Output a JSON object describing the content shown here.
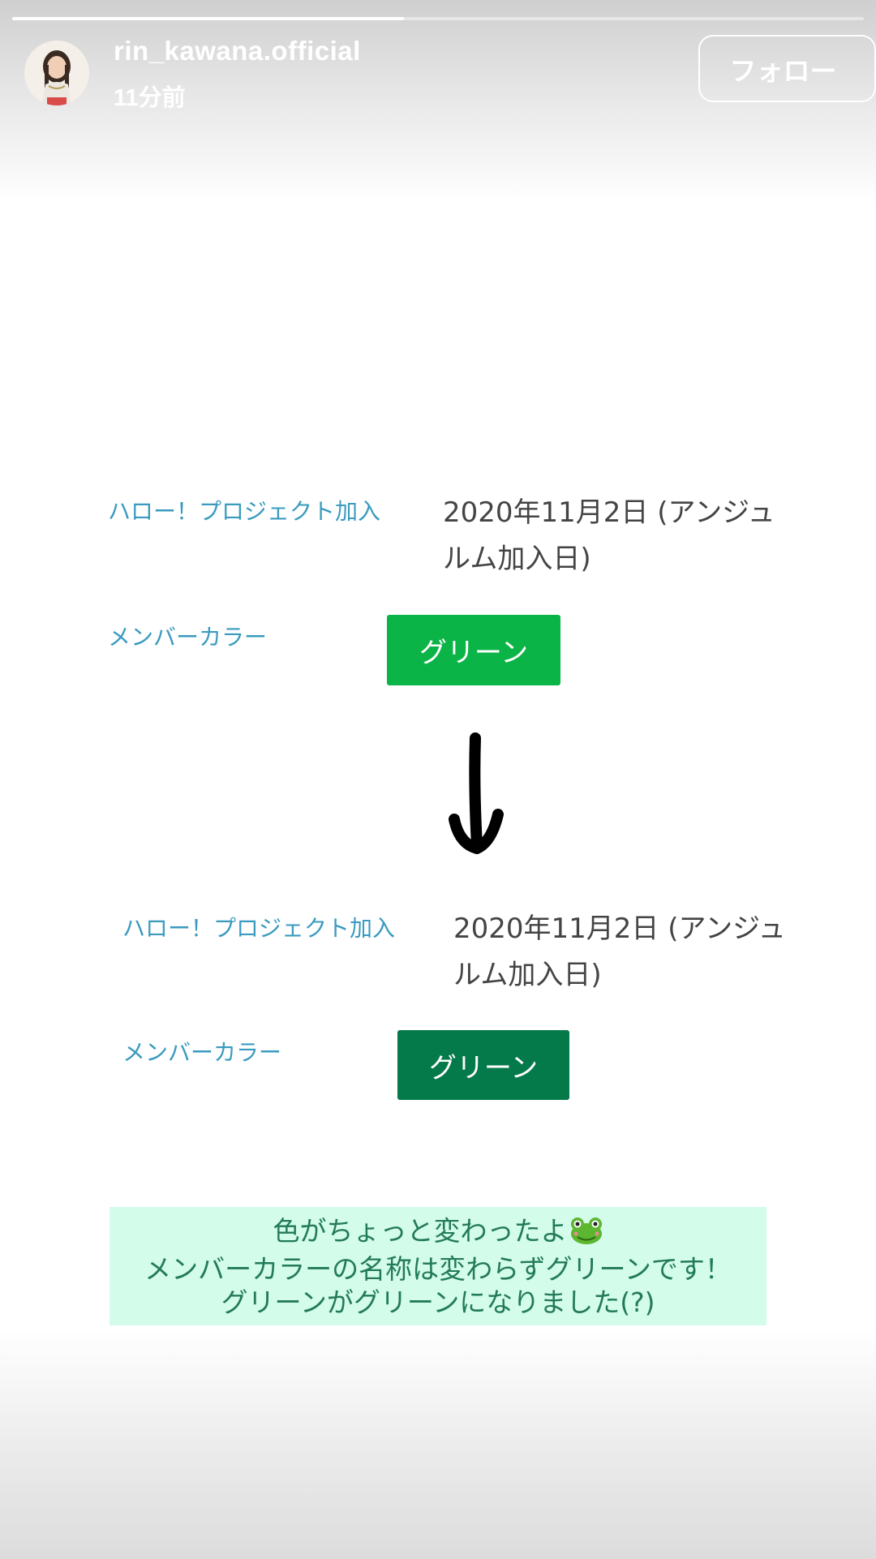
{
  "story": {
    "progress": 0.46
  },
  "header": {
    "username": "rin_kawana.official",
    "timestamp": "11分前",
    "follow_label": "フォロー"
  },
  "before": {
    "join_label": "ハロー！プロジェクト加入",
    "join_date_line1": "2020年11月2日 (アンジュ",
    "join_date_line2": "ルム加入日)",
    "color_label": "メンバーカラー",
    "color_name": "グリーン",
    "color_hex": "#0bb446"
  },
  "after": {
    "join_label": "ハロー！プロジェクト加入",
    "join_date_line1": "2020年11月2日 (アンジュ",
    "join_date_line2": "ルム加入日)",
    "color_label": "メンバーカラー",
    "color_name": "グリーン",
    "color_hex": "#04794a"
  },
  "caption": {
    "line1": "色がちょっと変わったよ",
    "line2": "メンバーカラーの名称は変わらずグリーンです！",
    "line3": "グリーンがグリーンになりました(?)",
    "emoji_icon": "frog-icon"
  },
  "colors": {
    "label_blue": "#3a9bbf",
    "caption_bg": "#d3fcea",
    "caption_text": "#237a5a"
  }
}
